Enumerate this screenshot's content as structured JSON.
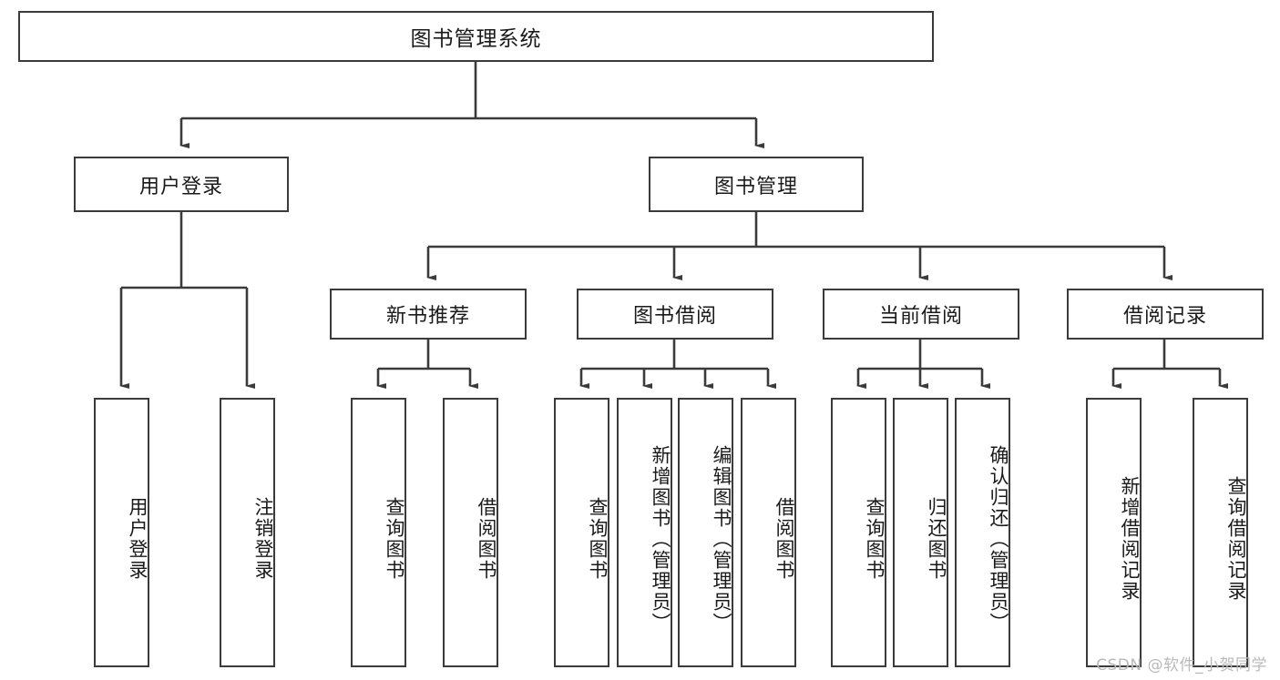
{
  "diagram": {
    "title": "图书管理系统",
    "type": "tree-hierarchy-diagram",
    "colors": {
      "background": "#ffffff",
      "box_border": "#3b3b3b",
      "box_fill": "#ffffff",
      "connector": "#3b3b3b",
      "text": "#1a1a1a",
      "watermark": "#b9b9b9"
    },
    "root": {
      "label": "图书管理系统"
    },
    "level2": [
      {
        "label": "用户登录"
      },
      {
        "label": "图书管理"
      }
    ],
    "level3": [
      {
        "label": "新书推荐"
      },
      {
        "label": "图书借阅"
      },
      {
        "label": "当前借阅"
      },
      {
        "label": "借阅记录"
      }
    ],
    "leaves": {
      "user_login": [
        {
          "label": "用户登录"
        },
        {
          "label": "注销登录"
        }
      ],
      "new_book_recommend": [
        {
          "label": "查询图书"
        },
        {
          "label": "借阅图书"
        }
      ],
      "book_borrow": [
        {
          "label": "查询图书"
        },
        {
          "label": "新增图书（管理员）"
        },
        {
          "label": "编辑图书（管理员）"
        },
        {
          "label": "借阅图书"
        }
      ],
      "current_borrow": [
        {
          "label": "查询图书"
        },
        {
          "label": "归还图书"
        },
        {
          "label": "确认归还（管理员）"
        }
      ],
      "borrow_record": [
        {
          "label": "新增借阅记录"
        },
        {
          "label": "查询借阅记录"
        }
      ]
    }
  },
  "watermark": {
    "text": "CSDN @软件_小贺同学"
  }
}
